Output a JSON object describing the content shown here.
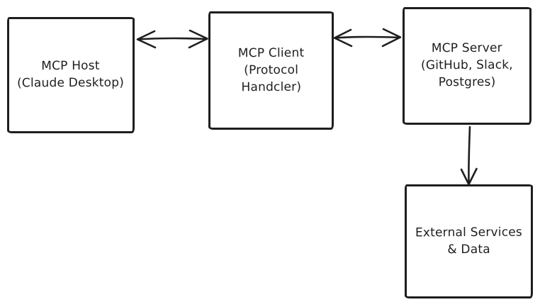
{
  "diagram": {
    "type": "architecture-flow",
    "nodes": [
      {
        "id": "mcp-host",
        "label": "MCP Host\n(Claude Desktop)"
      },
      {
        "id": "mcp-client",
        "label": "MCP Client\n(Protocol\nHandcler)"
      },
      {
        "id": "mcp-server",
        "label": "MCP Server\n(GitHub, Slack,\nPostgres)"
      },
      {
        "id": "external-services",
        "label": "External Services\n& Data"
      }
    ],
    "edges": [
      {
        "from": "mcp-host",
        "to": "mcp-client",
        "direction": "bidirectional"
      },
      {
        "from": "mcp-client",
        "to": "mcp-server",
        "direction": "bidirectional"
      },
      {
        "from": "mcp-server",
        "to": "external-services",
        "direction": "down"
      }
    ],
    "colors": {
      "stroke": "#1e1e1e",
      "background": "#ffffff"
    }
  }
}
